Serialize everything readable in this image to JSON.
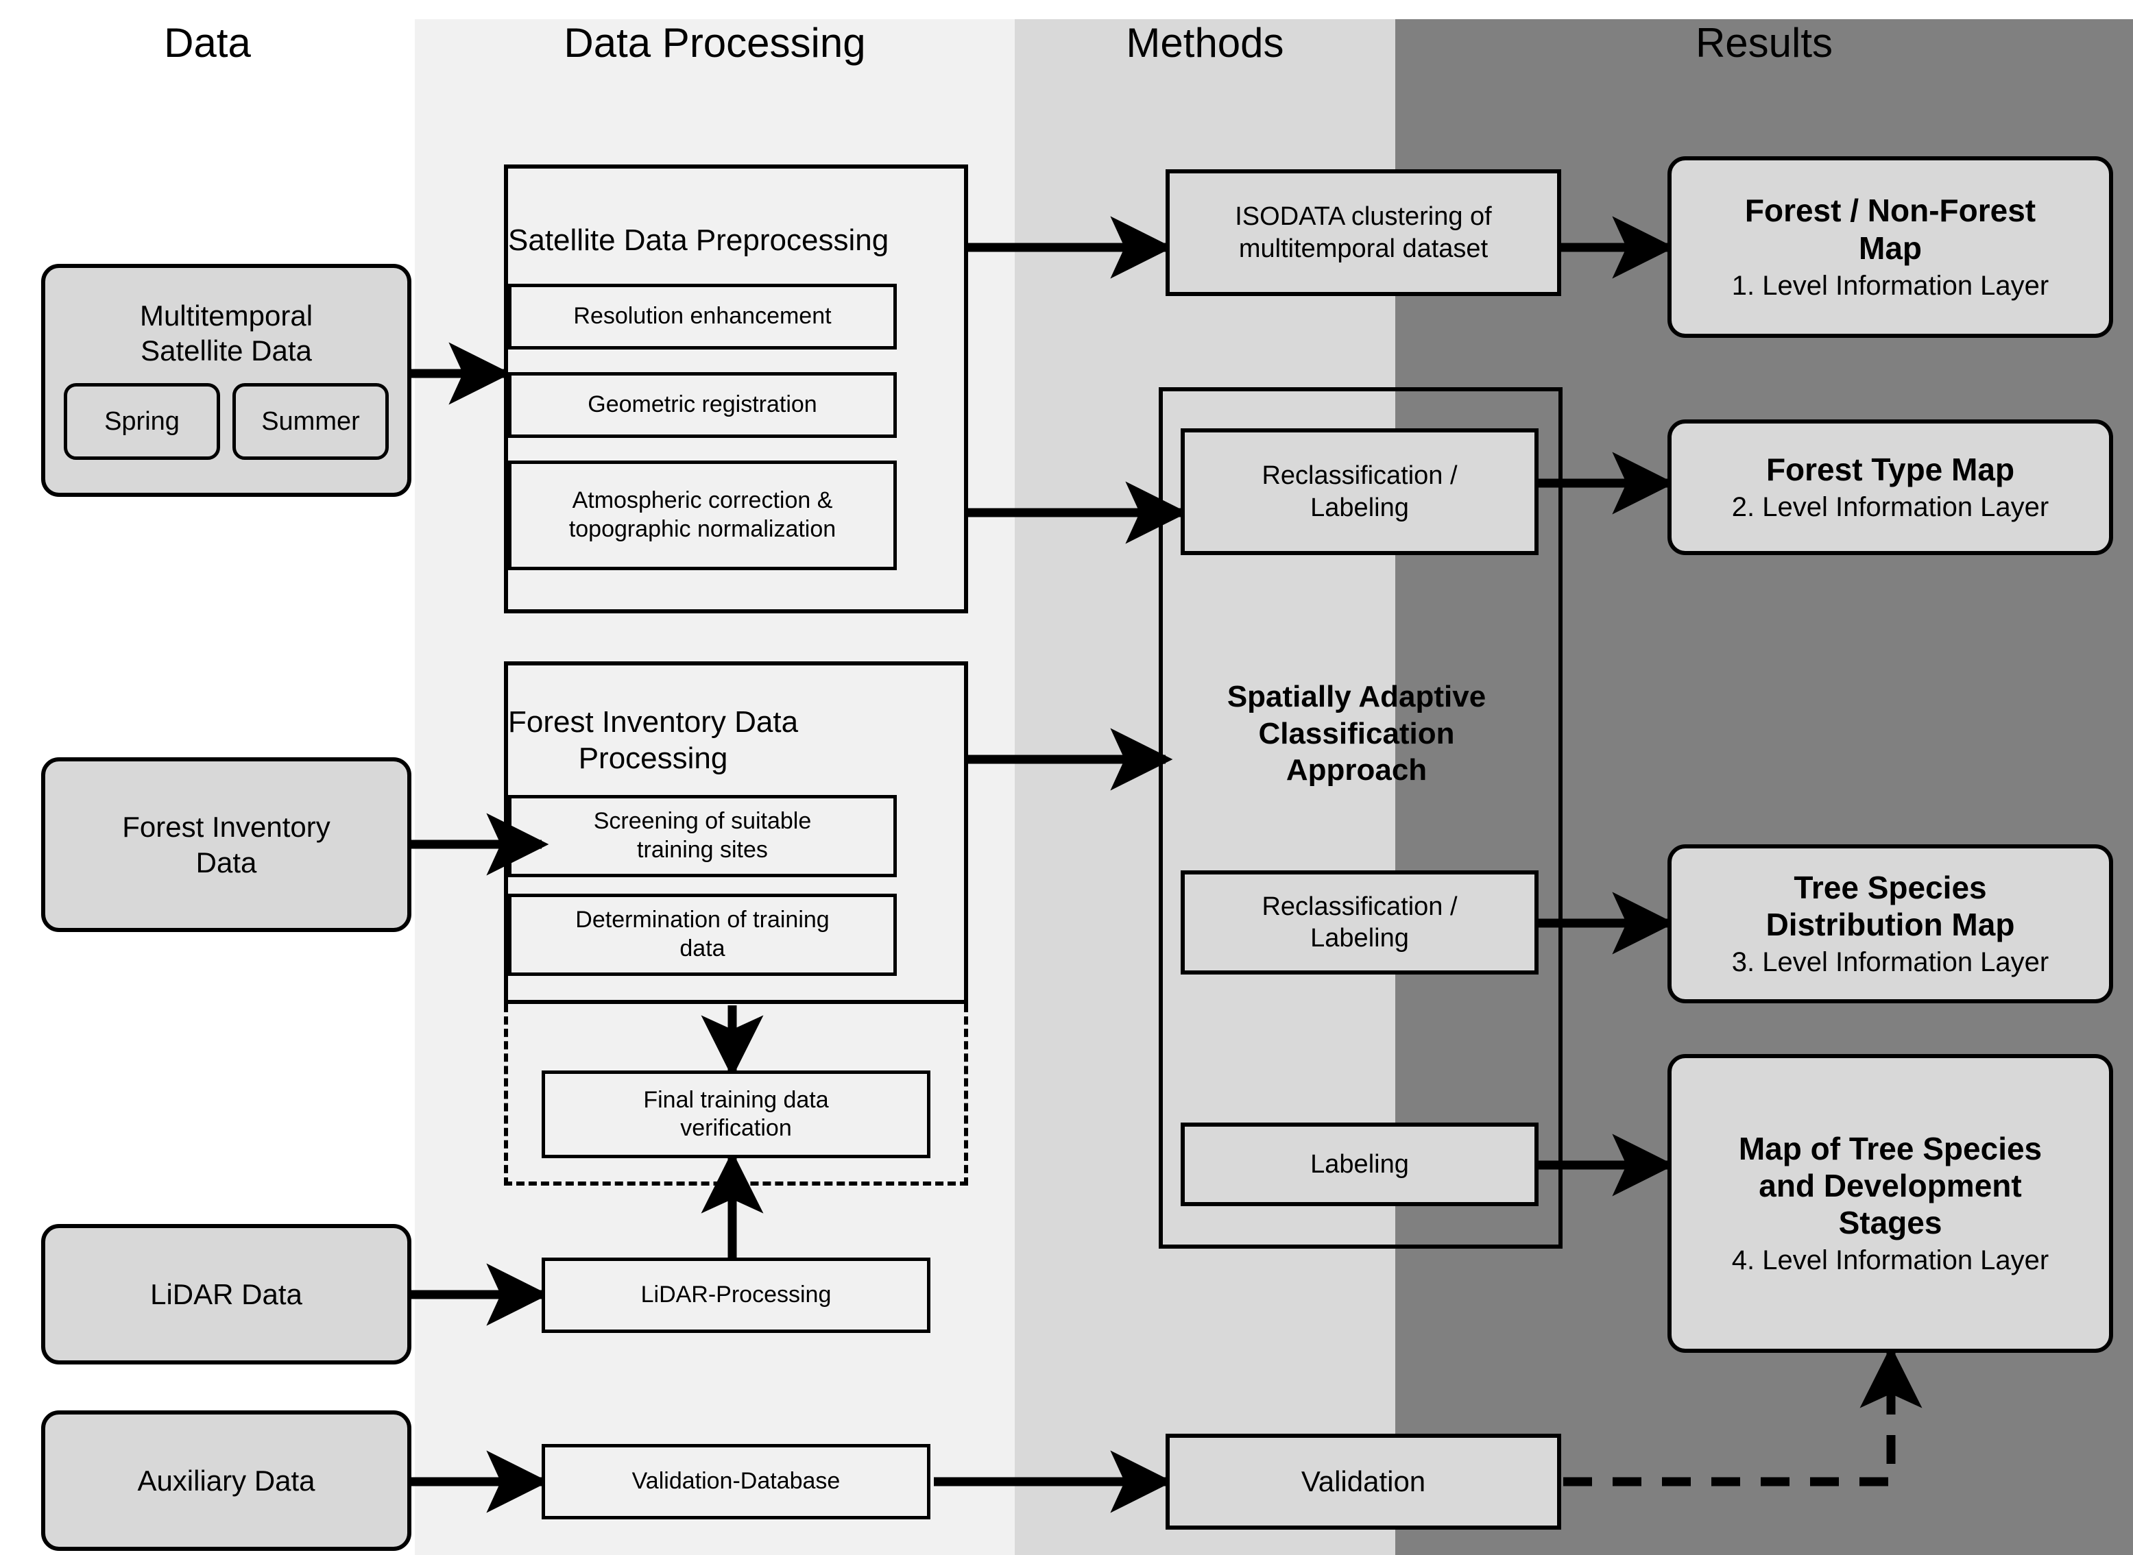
{
  "columns": [
    {
      "id": "data",
      "label": "Data"
    },
    {
      "id": "data_processing",
      "label": "Data Processing"
    },
    {
      "id": "methods",
      "label": "Methods"
    },
    {
      "id": "results",
      "label": "Results"
    }
  ],
  "colors": {
    "band_data": "#ffffff",
    "band_data_processing": "#f1f1f1",
    "band_methods": "#d9d9d9",
    "band_results": "#808080",
    "node_fill": "#d8d8d8",
    "stroke": "#000000"
  },
  "data_column": {
    "satellite": {
      "title_line1": "Multitemporal",
      "title_line2": "Satellite Data",
      "sub_boxes": [
        {
          "label": "Spring"
        },
        {
          "label": "Summer"
        }
      ]
    },
    "forest_inventory": {
      "title_line1": "Forest Inventory",
      "title_line2": "Data"
    },
    "lidar": {
      "label": "LiDAR Data"
    },
    "auxiliary": {
      "label": "Auxiliary Data"
    }
  },
  "data_processing_column": {
    "satellite_preprocessing": {
      "title": "Satellite Data Preprocessing",
      "steps": [
        {
          "label": "Resolution enhancement"
        },
        {
          "label": "Geometric registration"
        },
        {
          "label": "Atmospheric correction &\ntopographic normalization"
        }
      ]
    },
    "forest_inventory_processing": {
      "title_line1": "Forest Inventory Data",
      "title_line2": "Processing",
      "steps": [
        {
          "label": "Screening of suitable\ntraining sites"
        },
        {
          "label": "Determination of training\ndata"
        }
      ]
    },
    "final_verification": {
      "label": "Final training data\nverification"
    },
    "lidar_processing": {
      "label": "LiDAR-Processing"
    },
    "validation_database": {
      "label": "Validation-Database"
    }
  },
  "methods_column": {
    "isodata": {
      "label": "ISODATA clustering of\nmultitemporal dataset"
    },
    "spatially_adaptive": {
      "title": "Spatially Adaptive\nClassification\nApproach",
      "steps": [
        {
          "label": "Reclassification /\nLabeling"
        },
        {
          "label": "Reclassification /\nLabeling"
        },
        {
          "label": "Labeling"
        }
      ]
    },
    "validation": {
      "label": "Validation"
    }
  },
  "results_column": {
    "items": [
      {
        "title": "Forest / Non-Forest\nMap",
        "subtitle": "1. Level Information Layer"
      },
      {
        "title": "Forest Type Map",
        "subtitle": "2. Level Information Layer"
      },
      {
        "title": "Tree Species\nDistribution Map",
        "subtitle": "3. Level Information Layer"
      },
      {
        "title": "Map of Tree Species\nand Development\nStages",
        "subtitle": "4. Level Information Layer"
      }
    ]
  },
  "flows": [
    {
      "from": "Multitemporal Satellite Data",
      "to": "Satellite Data Preprocessing",
      "style": "solid"
    },
    {
      "from": "Satellite Data Preprocessing",
      "to": "ISODATA clustering of multitemporal dataset",
      "style": "solid"
    },
    {
      "from": "Satellite Data Preprocessing",
      "to": "Reclassification / Labeling (1)",
      "style": "solid"
    },
    {
      "from": "ISODATA clustering of multitemporal dataset",
      "to": "Forest / Non-Forest Map",
      "style": "solid"
    },
    {
      "from": "Reclassification / Labeling (1)",
      "to": "Forest Type Map",
      "style": "solid"
    },
    {
      "from": "Forest Inventory Data",
      "to": "Forest Inventory Data Processing",
      "style": "solid"
    },
    {
      "from": "Forest Inventory Data Processing",
      "to": "Spatially Adaptive Classification Approach",
      "style": "solid"
    },
    {
      "from": "Forest Inventory Data Processing",
      "to": "Final training data verification",
      "style": "solid"
    },
    {
      "from": "LiDAR Data",
      "to": "LiDAR-Processing",
      "style": "solid"
    },
    {
      "from": "LiDAR-Processing",
      "to": "Final training data verification",
      "style": "solid"
    },
    {
      "from": "Reclassification / Labeling (2)",
      "to": "Tree Species Distribution Map",
      "style": "solid"
    },
    {
      "from": "Labeling",
      "to": "Map of Tree Species and Development Stages",
      "style": "solid"
    },
    {
      "from": "Auxiliary Data",
      "to": "Validation-Database",
      "style": "solid"
    },
    {
      "from": "Validation-Database",
      "to": "Validation",
      "style": "solid"
    },
    {
      "from": "Validation",
      "to": "Map of Tree Species and Development Stages",
      "style": "dashed"
    }
  ]
}
